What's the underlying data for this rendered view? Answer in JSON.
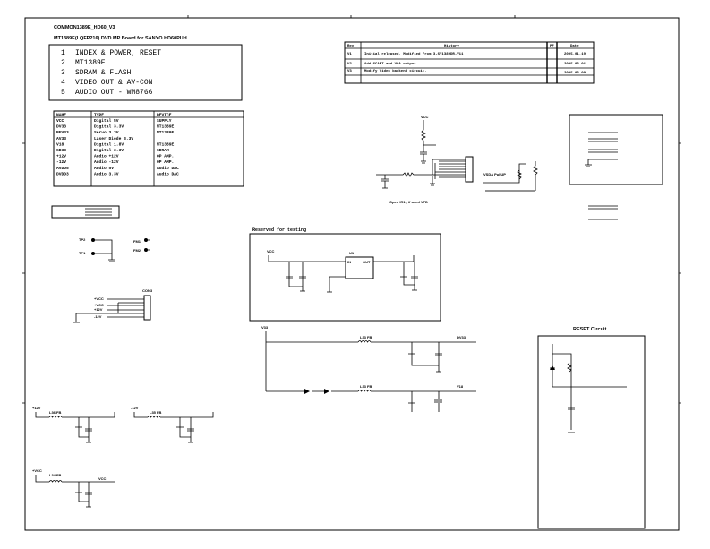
{
  "title": {
    "line1": "COMMON1389E_HD60_V3",
    "line2": "MT1389E(LQFP216) DVD MP Board for SANYO HD60PUH"
  },
  "index": [
    {
      "num": "1",
      "label": "INDEX & POWER, RESET"
    },
    {
      "num": "2",
      "label": "MT1389E"
    },
    {
      "num": "3",
      "label": "SDRAM & FLASH"
    },
    {
      "num": "4",
      "label": "VIDEO OUT & AV-CON"
    },
    {
      "num": "5",
      "label": "AUDIO OUT - WM8766"
    }
  ],
  "revision_table": {
    "headers": [
      "Rev",
      "History",
      "PF",
      "Date"
    ],
    "rows": [
      [
        "V1",
        "Initial released. Modified from 3-SY1389DR-V11",
        "",
        "2005.01.19"
      ],
      [
        "V2",
        "Add SCART and VGA output",
        "",
        "2005.03.01"
      ],
      [
        "V3",
        "Modify Video backend circuit.",
        "",
        "2005.03.09"
      ],
      [
        "",
        "",
        "",
        ""
      ]
    ]
  },
  "power_table": {
    "headers": [
      "NAME",
      "TYPE",
      "DEVICE"
    ],
    "rows": [
      [
        "VCC",
        "Digital 5V",
        "SUPPLY"
      ],
      [
        "DV33",
        "Digital 3.3V",
        "MT1389E"
      ],
      [
        "RFV33",
        "Servo 3.3V",
        "MT1389E"
      ],
      [
        "AV33",
        "Laser Diode 3.3V",
        ""
      ],
      [
        "V18",
        "Digital 1.8V",
        "MT1389E"
      ],
      [
        "SD33",
        "Digital 3.3V",
        "SDRAM"
      ],
      [
        "+12V",
        "Audio +12V",
        "OP AMP."
      ],
      [
        "-12V",
        "Audio -12V",
        "OP AMP."
      ],
      [
        "AVDD5",
        "Audio 5V",
        "Audio DAC"
      ],
      [
        "DVDD3",
        "Audio 3.3V",
        "Audio DAC"
      ]
    ]
  },
  "labels": {
    "ir_vcc": "VCC",
    "ir_note": "Open IR1 , if used VFD",
    "vsda_pullup": "VSDA PullUP",
    "reserved": "Reserved for testing",
    "res_vcc": "VCC",
    "res_u": "U1",
    "res_in": "IN",
    "res_out": "OUT",
    "reset_title": "RESET Circuit",
    "v33": "V33",
    "dv33": "DV33",
    "v18": "V18",
    "fb1": "L33 FB",
    "fb2": "L33 FB",
    "tp1": "TP2",
    "tp2": "TP1",
    "fm1": "FM1",
    "fm2": "FM2",
    "con": "CON3",
    "vcc_a": "+VCC",
    "vcc_b": "+VCC",
    "p12v": "+12V",
    "m12v": "-12V",
    "vcc_c": "+VCC",
    "vcc_d": "VCC",
    "lfb1": "L36 FB",
    "lfb2": "L35 FB",
    "lfb3": "L34 FB"
  }
}
